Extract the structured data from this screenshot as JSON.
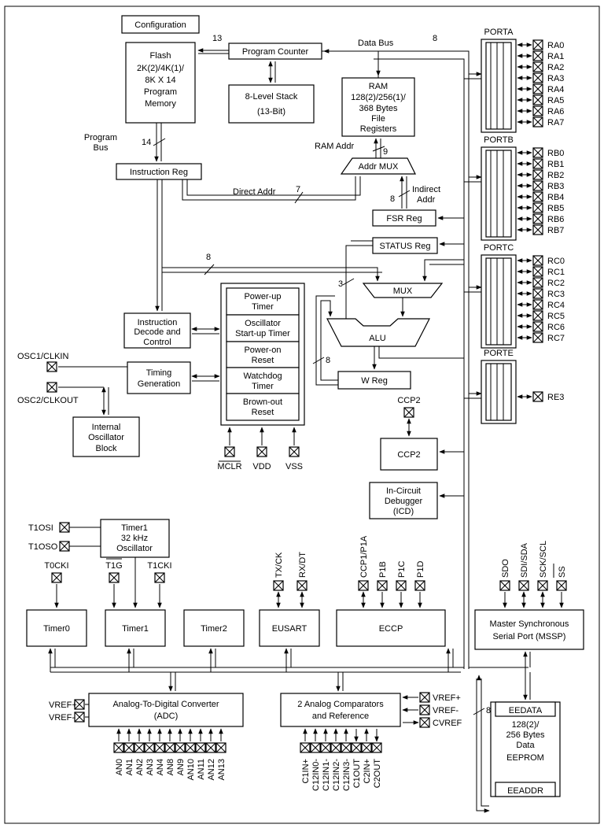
{
  "blocks": {
    "configuration": "Configuration",
    "flash": [
      "Flash",
      "2K(2)/4K(1)/",
      "8K X 14",
      "Program",
      "Memory"
    ],
    "program_counter": "Program Counter",
    "stack": [
      "8-Level Stack",
      "(13-Bit)"
    ],
    "ram": [
      "RAM",
      "128(2)/256(1)/",
      "368 Bytes",
      "File",
      "Registers"
    ],
    "instruction_reg": "Instruction Reg",
    "addr_mux": "Addr MUX",
    "fsr_reg": "FSR Reg",
    "status_reg": "STATUS Reg",
    "mux": "MUX",
    "alu": "ALU",
    "w_reg": "W Reg",
    "instruction_decode": [
      "Instruction",
      "Decode and",
      "Control"
    ],
    "timing_generation": [
      "Timing",
      "Generation"
    ],
    "internal_oscillator": [
      "Internal",
      "Oscillator",
      "Block"
    ],
    "power_stack": [
      [
        "Power-up",
        "Timer"
      ],
      [
        "Oscillator",
        "Start-up Timer"
      ],
      [
        "Power-on",
        "Reset"
      ],
      [
        "Watchdog",
        "Timer"
      ],
      [
        "Brown-out",
        "Reset"
      ]
    ],
    "ccp2": "CCP2",
    "icd": [
      "In-Circuit",
      "Debugger",
      "(ICD)"
    ],
    "timer1_osc": [
      "Timer1",
      "32 kHz",
      "Oscillator"
    ],
    "timer0": "Timer0",
    "timer1": "Timer1",
    "timer2": "Timer2",
    "eusart": "EUSART",
    "eccp": "ECCP",
    "mssp": [
      "Master Synchronous",
      "Serial Port (MSSP)"
    ],
    "adc": [
      "Analog-To-Digital Converter",
      "(ADC)"
    ],
    "comparators": [
      "2 Analog Comparators",
      "and Reference"
    ],
    "eedata": "EEDATA",
    "eeprom": [
      "128(2)/",
      "256 Bytes",
      "Data",
      "EEPROM"
    ],
    "eeaddr": "EEADDR"
  },
  "labels": {
    "data_bus": "Data Bus",
    "program_bus": [
      "Program",
      "Bus"
    ],
    "ram_addr": "RAM Addr",
    "direct_addr": "Direct Addr",
    "indirect_addr": [
      "Indirect",
      "Addr"
    ],
    "w13": "13",
    "w8_data": "8",
    "w14": "14",
    "w9": "9",
    "w7": "7",
    "w8_fsr": "8",
    "w8_instr": "8",
    "w3": "3",
    "w8_w": "8",
    "w8_ee": "8"
  },
  "ports": {
    "porta": {
      "name": "PORTA",
      "pins": [
        "RA0",
        "RA1",
        "RA2",
        "RA3",
        "RA4",
        "RA5",
        "RA6",
        "RA7"
      ]
    },
    "portb": {
      "name": "PORTB",
      "pins": [
        "RB0",
        "RB1",
        "RB2",
        "RB3",
        "RB4",
        "RB5",
        "RB6",
        "RB7"
      ]
    },
    "portc": {
      "name": "PORTC",
      "pins": [
        "RC0",
        "RC1",
        "RC2",
        "RC3",
        "RC4",
        "RC5",
        "RC6",
        "RC7"
      ]
    },
    "porte": {
      "name": "PORTE",
      "pins": [
        "RE3"
      ]
    }
  },
  "pins": {
    "osc1": "OSC1/CLKIN",
    "osc2": "OSC2/CLKOUT",
    "mclr": "MCLR",
    "vdd": "VDD",
    "vss": "VSS",
    "ccp2": "CCP2",
    "t1osi": "T1OSI",
    "t1oso": "T1OSO",
    "t0cki": "T0CKI",
    "t1g": "T1G",
    "t1cki": "T1CKI",
    "tx": "TX/CK",
    "rx": "RX/DT",
    "ccp1": "CCP1/P1A",
    "p1b": "P1B",
    "p1c": "P1C",
    "p1d": "P1D",
    "sdo": "SDO",
    "sdi": "SDI/SDA",
    "sck": "SCK/SCL",
    "ss": "SS",
    "vref_plus": "VREF+",
    "vref_minus": "VREF-",
    "cvref": "CVREF",
    "adc_inputs": [
      "AN0",
      "AN1",
      "AN2",
      "AN3",
      "AN4",
      "AN8",
      "AN9",
      "AN10",
      "AN11",
      "AN12",
      "AN13"
    ],
    "comp_inputs": [
      "C1IN+",
      "C12IN0-",
      "C12IN1-",
      "C12IN2-",
      "C12IN3-",
      "C1OUT",
      "C2IN+",
      "C2OUT"
    ]
  }
}
